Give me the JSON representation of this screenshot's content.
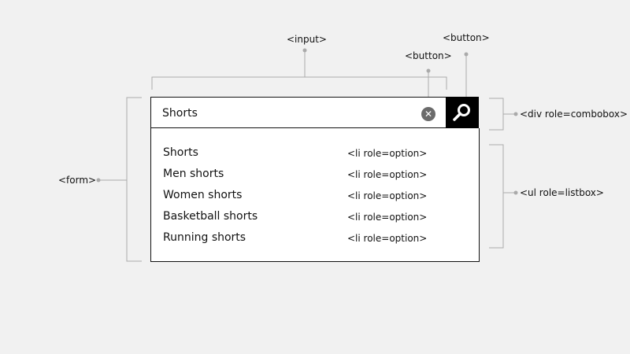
{
  "search": {
    "value": "Shorts"
  },
  "options": [
    "Shorts",
    "Men shorts",
    "Women shorts",
    "Basketball shorts",
    "Running shorts"
  ],
  "labels": {
    "input": "<input>",
    "clear_button": "<button>",
    "search_button": "<button>",
    "form": "<form>",
    "combobox": "<div role=combobox>",
    "listbox": "<ul role=listbox>",
    "option": "<li role=option>"
  },
  "icons": {
    "clear": "close-icon",
    "search": "search-icon"
  },
  "colors": {
    "background": "#f1f1f1",
    "callout": "#aaaaaa",
    "search_button": "#000000",
    "clear_button": "#6b6b6b"
  }
}
